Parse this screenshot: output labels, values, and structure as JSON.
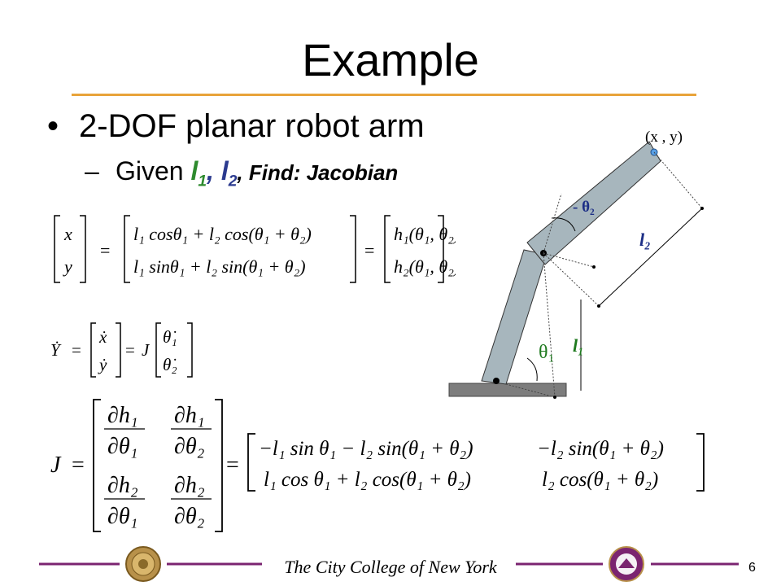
{
  "slide": {
    "title": "Example",
    "bullet": "2-DOF planar robot arm",
    "sub": {
      "dash": "–",
      "given": "Given",
      "l1": "l",
      "l1_sub": "1",
      "comma": ",",
      "l2": "l",
      "l2_sub": "2",
      "find": ", Find: Jacobian"
    }
  },
  "equations": {
    "eq1": {
      "lhs": [
        "x",
        "y"
      ],
      "mid": [
        "l₁ cosθ₁ + l₂ cos(θ₁ + θ₂)",
        "l₁ sinθ₁ + l₂ sin(θ₁ + θ₂)"
      ],
      "rhs": [
        "h₁(θ₁, θ₂)",
        "h₂(θ₁, θ₂)"
      ],
      "equals": "="
    },
    "eq2": {
      "lhs": "Ẏ",
      "vec1": [
        "ẋ",
        "ẏ"
      ],
      "mid": "J",
      "vec2": [
        "θ̇₁",
        "θ̇₂"
      ],
      "equals": "="
    },
    "eq3": {
      "lhs": "J",
      "equals": "=",
      "partials": [
        [
          "∂h₁",
          "∂θ₁",
          "∂h₁",
          "∂θ₂"
        ],
        [
          "∂h₂",
          "∂θ₁",
          "∂h₂",
          "∂θ₂"
        ]
      ],
      "result": [
        [
          "−l₁ sin θ₁ − l₂ sin(θ₁ + θ₂)",
          "−l₂ sin(θ₁ + θ₂)"
        ],
        [
          "l₁ cos θ₁ + l₂ cos(θ₁ + θ₂)",
          "l₂ cos(θ₁ + θ₂)"
        ]
      ]
    }
  },
  "diagram": {
    "end_label": "(x , y)",
    "theta2_label": "- θ₂",
    "l2_label": "l₂",
    "l1_label": "l₁",
    "theta1_label": "θ₁",
    "colors": {
      "link": "#a7b6bd",
      "base": "#7d7d7d",
      "label_blue": "#1c2e86",
      "label_green": "#1f7a1f",
      "end_point": "#5aa0e6"
    }
  },
  "footer": {
    "text": "The City College of New York",
    "page": "6",
    "rule_color": "#7b2470",
    "left_logo": "ccny-seal",
    "right_logo": "ccny-robotics-lab"
  }
}
